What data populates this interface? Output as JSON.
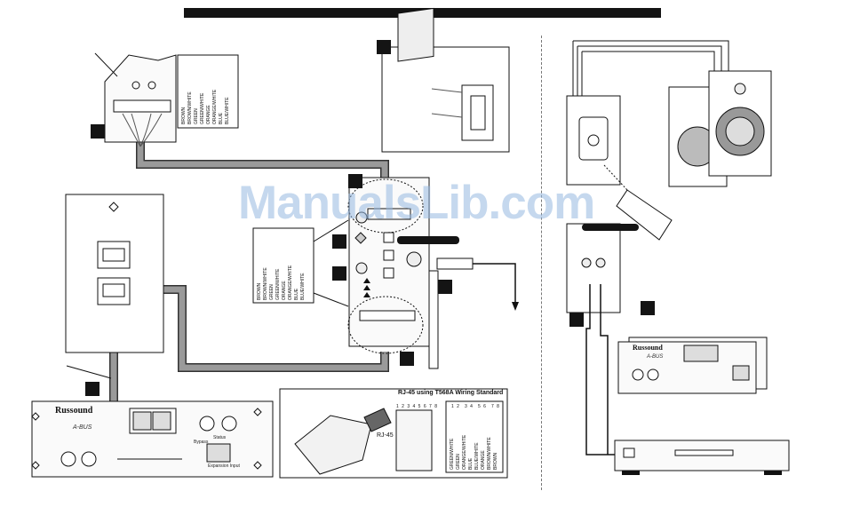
{
  "watermark": "ManualsLib.com",
  "brand": "Russound",
  "abus": "A-BUS",
  "bypass": "Bypass",
  "status": "Status",
  "expansion": "Expansion Input",
  "rj45_title": "RJ-45 using T568A  Wiring Standard",
  "rj45_label": "RJ-45",
  "pin_numbers": "1 2 3 4 5 6 7 8",
  "pin_pairs": [
    "1 2",
    "3 4",
    "5 6",
    "7 8"
  ],
  "wires_top": [
    "BROWN",
    "BROWN/WHITE",
    "GREEN",
    "GREEN/WHITE",
    "ORANGE",
    "ORANGE/WHITE",
    "BLUE",
    "BLUE/WHITE"
  ],
  "wires_mid": [
    "BROWN",
    "BROWN/WHITE",
    "GREEN",
    "GREEN/WHITE",
    "ORANGE",
    "ORANGE/WHITE",
    "BLUE",
    "BLUE/WHITE"
  ],
  "wires_rj": [
    "GREEN/WHITE",
    "GREEN",
    "ORANGE/WHITE",
    "BLUE",
    "BLUE/WHITE",
    "ORANGE",
    "BROWN/WHITE",
    "BROWN"
  ],
  "colors": {
    "ink": "#111111",
    "cable": "#8a8a8a",
    "panel": "#f4f4f4",
    "watermark": "#96b8e0"
  }
}
